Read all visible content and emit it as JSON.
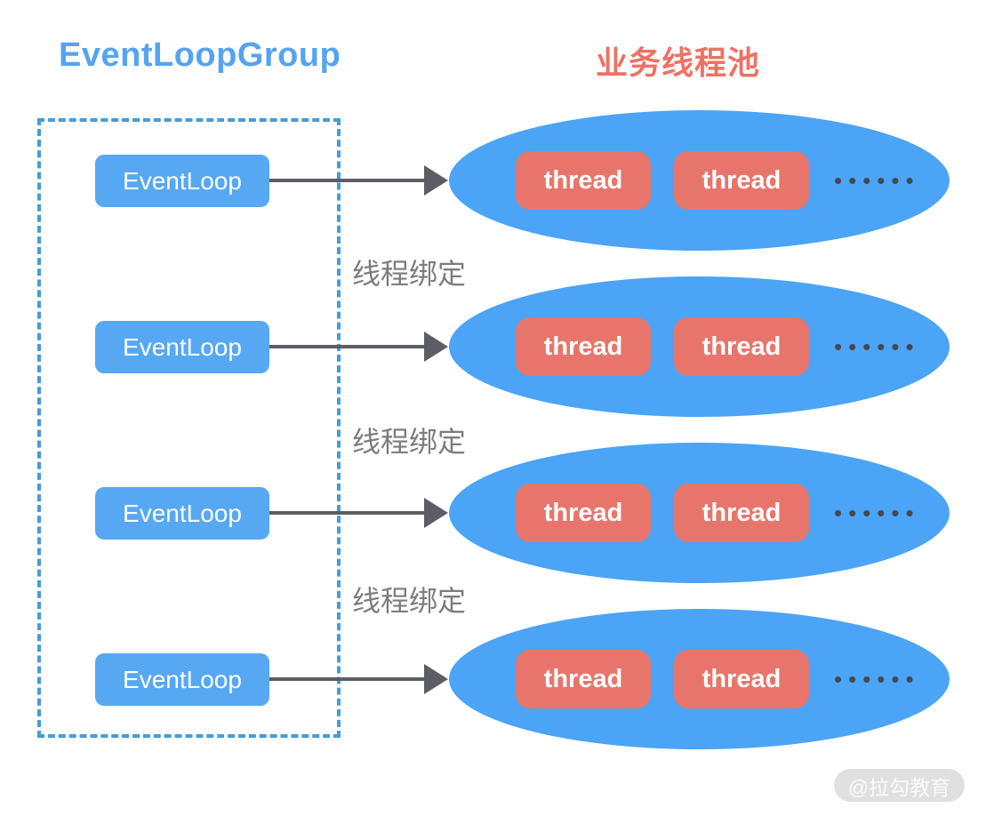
{
  "titles": {
    "group": "EventLoopGroup",
    "pool": "业务线程池"
  },
  "rows": [
    {
      "eventloop": "EventLoop",
      "threads": [
        "thread",
        "thread"
      ],
      "dots": "••••••"
    },
    {
      "eventloop": "EventLoop",
      "threads": [
        "thread",
        "thread"
      ],
      "dots": "••••••"
    },
    {
      "eventloop": "EventLoop",
      "threads": [
        "thread",
        "thread"
      ],
      "dots": "••••••"
    },
    {
      "eventloop": "EventLoop",
      "threads": [
        "thread",
        "thread"
      ],
      "dots": "••••••"
    }
  ],
  "binding_labels": [
    "线程绑定",
    "线程绑定",
    "线程绑定"
  ],
  "watermark": "@拉勾教育",
  "colors": {
    "title_blue": "#55a3f2",
    "title_salmon": "#ee7164",
    "dashed_border": "#459cd9",
    "eventloop_box_blue": "#57a8f3",
    "ellipse_blue": "#4ba4f5",
    "thread_box_salmon": "#e8756b",
    "arrow_gray": "#5d5d65",
    "dots_gray": "#47474f",
    "binding_label_gray": "#7d7d7d",
    "watermark_bg": "#e0e0e0",
    "watermark_text": "#fafafa"
  }
}
